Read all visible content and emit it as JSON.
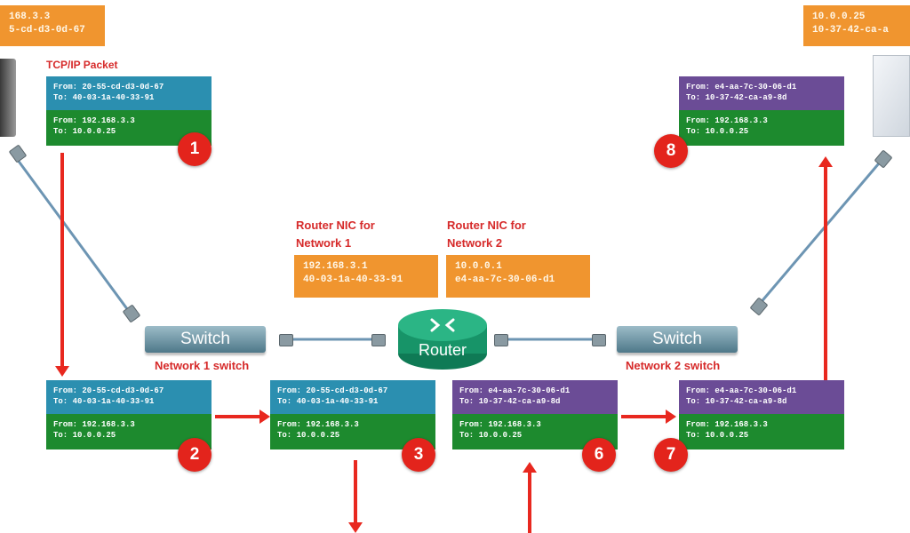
{
  "top_left_box": {
    "line1": "168.3.3",
    "line2": "5-cd-d3-0d-67"
  },
  "top_right_box": {
    "line1": "10.0.0.25",
    "line2": "10-37-42-ca-a"
  },
  "labels": {
    "tcpip_packet": "TCP/IP Packet",
    "router_nic_1_title": "Router NIC for",
    "router_nic_1_sub": "Network 1",
    "router_nic_2_title": "Router NIC for",
    "router_nic_2_sub": "Network 2",
    "network1_switch": "Network 1 switch",
    "network2_switch": "Network 2 switch"
  },
  "router_nic_1": {
    "ip": "192.168.3.1",
    "mac": "40-03-1a-40-33-91"
  },
  "router_nic_2": {
    "ip": "10.0.0.1",
    "mac": "e4-aa-7c-30-06-d1"
  },
  "devices": {
    "switch_left": "Switch",
    "switch_right": "Switch",
    "router": "Router"
  },
  "packets": [
    {
      "num": "1",
      "mac_from": "From: 20-55-cd-d3-0d-67",
      "mac_to": "To: 40-03-1a-40-33-91",
      "ip_from": "From: 192.168.3.3",
      "ip_to": "To: 10.0.0.25"
    },
    {
      "num": "2",
      "mac_from": "From: 20-55-cd-d3-0d-67",
      "mac_to": "To: 40-03-1a-40-33-91",
      "ip_from": "From: 192.168.3.3",
      "ip_to": "To: 10.0.0.25"
    },
    {
      "num": "3",
      "mac_from": "From: 20-55-cd-d3-0d-67",
      "mac_to": "To: 40-03-1a-40-33-91",
      "ip_from": "From: 192.168.3.3",
      "ip_to": "To: 10.0.0.25"
    },
    {
      "num": "6",
      "mac_from": "From: e4-aa-7c-30-06-d1",
      "mac_to": "To: 10-37-42-ca-a9-8d",
      "ip_from": "From: 192.168.3.3",
      "ip_to": "To: 10.0.0.25"
    },
    {
      "num": "7",
      "mac_from": "From: e4-aa-7c-30-06-d1",
      "mac_to": "To: 10-37-42-ca-a9-8d",
      "ip_from": "From: 192.168.3.3",
      "ip_to": "To: 10.0.0.25"
    },
    {
      "num": "8",
      "mac_from": "From: e4-aa-7c-30-06-d1",
      "mac_to": "To: 10-37-42-ca-a9-8d",
      "ip_from": "From: 192.168.3.3",
      "ip_to": "To: 10.0.0.25"
    }
  ]
}
